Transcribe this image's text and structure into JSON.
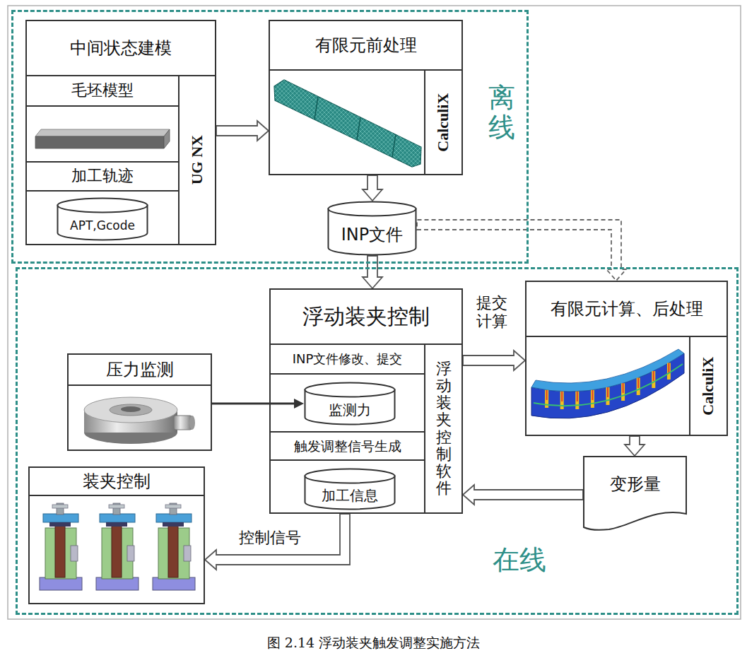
{
  "diagram": {
    "caption": "图 2.14 浮动装夹触发调整实施方法",
    "nodes": [
      {
        "text": [
          "离线"
        ]
      },
      {
        "text": [
          "中间状态建模",
          "UG NX"
        ],
        "in": 0
      },
      {
        "text": [
          "毛坯模型"
        ],
        "in": 1
      },
      {
        "text": [
          "加工轨迹"
        ],
        "in": 1
      },
      {
        "text": [
          "APT,Gcode"
        ],
        "in": 1
      },
      {
        "text": [
          "有限元前处理",
          "CalculiX"
        ],
        "in": 0
      },
      {
        "text": [
          "INP文件"
        ],
        "in": 0
      },
      {
        "text": [
          "在线"
        ]
      },
      {
        "text": [
          "浮动装夹控制",
          "浮动装夹控制软件"
        ],
        "in": 7
      },
      {
        "text": [
          "INP文件修改、提交"
        ],
        "in": 8
      },
      {
        "text": [
          "监测力"
        ],
        "in": 8
      },
      {
        "text": [
          "触发调整信号生成"
        ],
        "in": 8
      },
      {
        "text": [
          "加工信息"
        ],
        "in": 8
      },
      {
        "text": [
          "压力监测"
        ],
        "in": 7
      },
      {
        "text": [
          "有限元计算、后处理",
          "CalculiX"
        ],
        "in": 7
      },
      {
        "text": [
          "变形量"
        ],
        "in": 7
      },
      {
        "text": [
          "装夹控制"
        ],
        "in": 7
      }
    ],
    "edges": [
      {
        "from": 1,
        "to": 5,
        "arrow": "to"
      },
      {
        "from": 5,
        "to": 6,
        "arrow": "to"
      },
      {
        "from": 6,
        "to": 8,
        "arrow": "to"
      },
      {
        "from": 6,
        "to": 14,
        "arrow": "to"
      },
      {
        "from": 13,
        "to": 10,
        "arrow": "to"
      },
      {
        "from": 8,
        "to": 14,
        "label": "提交 计算",
        "arrow": "to"
      },
      {
        "from": 14,
        "to": 15,
        "arrow": "to"
      },
      {
        "from": 15,
        "to": 8,
        "arrow": "to"
      },
      {
        "from": 8,
        "to": 16,
        "label": "控制信号",
        "arrow": "to"
      }
    ]
  }
}
